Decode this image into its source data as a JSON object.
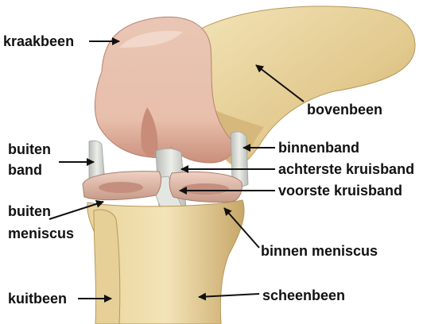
{
  "labels": {
    "kraakbeen": "kraakbeen",
    "bovenbeen": "bovenbeen",
    "buiten_band_line1": "buiten",
    "buiten_band_line2": "band",
    "binnenband": "binnenband",
    "achterste_kruisband": "achterste kruisband",
    "voorste_kruisband": "voorste kruisband",
    "buiten_meniscus_line1": "buiten",
    "buiten_meniscus_line2": "meniscus",
    "binnen_meniscus": "binnen meniscus",
    "kuitbeen": "kuitbeen",
    "scheenbeen": "scheenbeen"
  },
  "colors": {
    "bone": "#ead7a2",
    "bone_shade": "#c9ab6c",
    "cartilage": "#e9c3b0",
    "cartilage_shade": "#c98f7c",
    "ligament": "#d9dbd6",
    "meniscus": "#ddb7a9",
    "label_text": "#111111"
  }
}
